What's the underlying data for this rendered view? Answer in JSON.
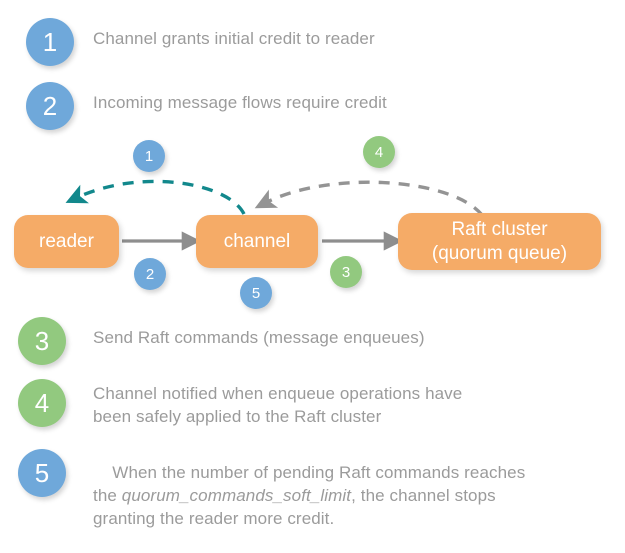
{
  "colors": {
    "background": "#ffffff",
    "badge_blue": "#6fa8da",
    "badge_green": "#92c97f",
    "node_orange": "#f5ab67",
    "node_text": "#ffffff",
    "legend_text": "#9b9b9b",
    "arrow_solid_gray": "#8e8e8e",
    "arrow_dashed_gray": "#949494",
    "arrow_dashed_teal": "#12888c"
  },
  "legend": {
    "top_items": [
      {
        "number": "1",
        "color": "blue",
        "text": "Channel grants initial credit to reader"
      },
      {
        "number": "2",
        "color": "blue",
        "text": "Incoming message flows require credit"
      }
    ],
    "bottom_items": [
      {
        "number": "3",
        "color": "green",
        "text": "Send Raft commands (message enqueues)"
      },
      {
        "number": "4",
        "color": "green",
        "text": "Channel notified when enqueue operations have\nbeen safely applied to the Raft cluster"
      },
      {
        "number": "5",
        "color": "blue",
        "text_before": "When the number of pending Raft commands reaches\nthe ",
        "text_emphasis": "quorum_commands_soft_limit",
        "text_after": ", the channel stops\ngranting the reader more credit."
      }
    ]
  },
  "diagram": {
    "nodes": [
      {
        "id": "reader",
        "lines": [
          "reader"
        ]
      },
      {
        "id": "channel",
        "lines": [
          "channel"
        ]
      },
      {
        "id": "raft-cluster",
        "lines": [
          "Raft cluster",
          "(quorum queue)"
        ]
      }
    ],
    "edge_badges": [
      {
        "number": "1",
        "color": "blue",
        "name": "edge-badge-1-credit-grant"
      },
      {
        "number": "4",
        "color": "green",
        "name": "edge-badge-4-enqueue-notify"
      },
      {
        "number": "2",
        "color": "blue",
        "name": "edge-badge-2-message-flow"
      },
      {
        "number": "5",
        "color": "blue",
        "name": "edge-badge-5-soft-limit"
      },
      {
        "number": "3",
        "color": "green",
        "name": "edge-badge-3-raft-commands"
      }
    ],
    "edges": [
      {
        "name": "edge-channel-to-reader-credit",
        "style": "dashed",
        "color": "teal"
      },
      {
        "name": "edge-raft-to-channel-notify",
        "style": "dashed",
        "color": "gray"
      },
      {
        "name": "edge-reader-to-channel",
        "style": "solid",
        "color": "gray"
      },
      {
        "name": "edge-channel-to-raft",
        "style": "solid",
        "color": "gray"
      }
    ]
  }
}
